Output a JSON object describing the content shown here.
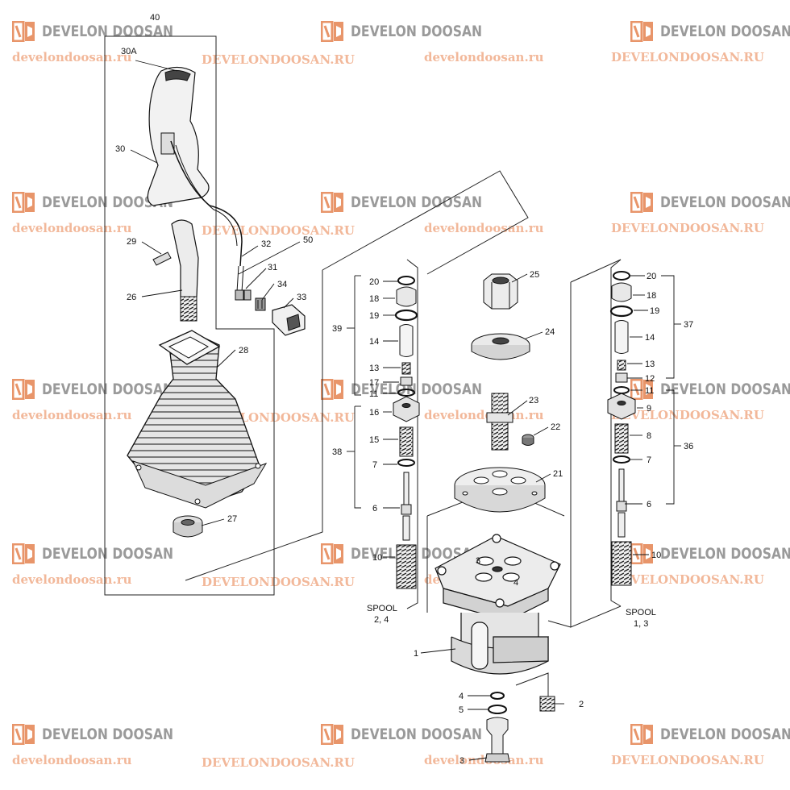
{
  "watermark": {
    "brand": "DEVELON DOOSAN",
    "site_lower": "develondoosan.ru",
    "site_upper": "DEVELONDOOSAN.RU",
    "colors": {
      "logo_orange": "#e8956a",
      "logo_text": "#9a9a9a",
      "site_text": "#f2b89a"
    }
  },
  "callouts": {
    "c40": "40",
    "c30a": "30A",
    "c30": "30",
    "c29": "29",
    "c26": "26",
    "c32": "32",
    "c50": "50",
    "c31": "31",
    "c34": "34",
    "c33": "33",
    "c28": "28",
    "c27": "27",
    "c25": "25",
    "c24": "24",
    "c23": "23",
    "c22": "22",
    "c21": "21",
    "c1": "1",
    "c2": "2",
    "c3": "3",
    "c4": "4",
    "c5": "5"
  },
  "left_column": {
    "labels": [
      "20",
      "18",
      "19",
      "14",
      "13",
      "17",
      "11",
      "16",
      "15",
      "7",
      "6",
      "10"
    ],
    "group_39": "39",
    "group_38": "38",
    "spool_title": "SPOOL",
    "spool_numbers": "2, 4"
  },
  "right_column": {
    "labels": [
      "20",
      "18",
      "19",
      "14",
      "13",
      "12",
      "11",
      "9",
      "8",
      "7",
      "6",
      "10"
    ],
    "group_37": "37",
    "group_36": "36",
    "spool_title": "SPOOL",
    "spool_numbers": "1, 3"
  },
  "body_port_labels": [
    "3",
    "4"
  ]
}
